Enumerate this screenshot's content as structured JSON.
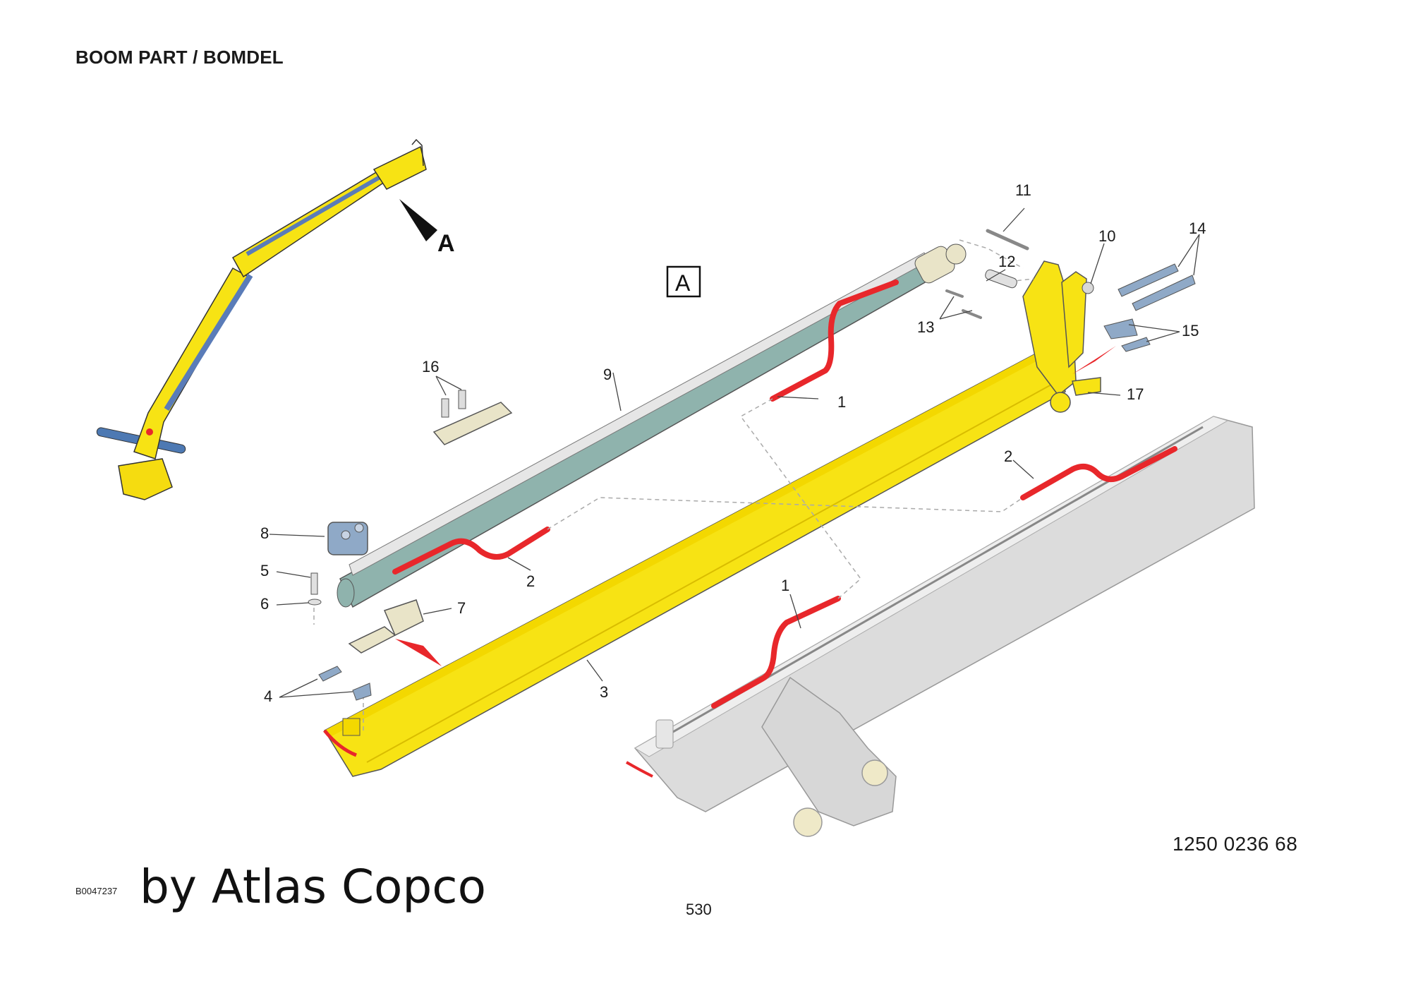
{
  "header": {
    "title": "BOOM PART / BOMDEL"
  },
  "view": {
    "arrow_letter": "A",
    "box_label": "A"
  },
  "callouts": {
    "c1_upper": "1",
    "c1_lower": "1",
    "c2_left": "2",
    "c2_right": "2",
    "c3": "3",
    "c4": "4",
    "c5": "5",
    "c6": "6",
    "c7": "7",
    "c8": "8",
    "c9": "9",
    "c10": "10",
    "c11": "11",
    "c12": "12",
    "c13": "13",
    "c14": "14",
    "c15": "15",
    "c16": "16",
    "c17": "17"
  },
  "footer": {
    "document_number": "1250 0236 68",
    "image_id": "B0047237",
    "watermark": "by Atlas Copco",
    "page_number": "530"
  },
  "colors": {
    "boom_yellow": "#f7e314",
    "hose_red": "#e8272b",
    "cylinder_teal": "#8fb3ad",
    "grey_part": "#d9d9d9",
    "blue_part": "#6f86c4"
  }
}
